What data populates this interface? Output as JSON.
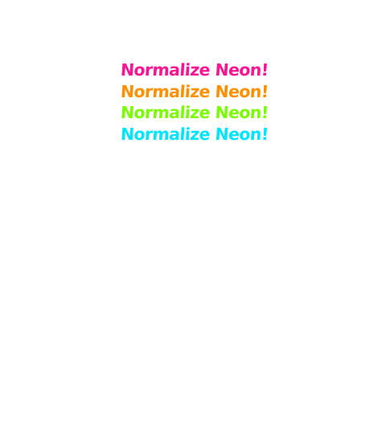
{
  "lines": [
    {
      "text": "Normalize Neon!",
      "color": "#ff1493"
    },
    {
      "text": "Normalize Neon!",
      "color": "#ff9100"
    },
    {
      "text": "Normalize Neon!",
      "color": "#7cfc00"
    },
    {
      "text": "Normalize Neon!",
      "color": "#00e5ff"
    }
  ]
}
